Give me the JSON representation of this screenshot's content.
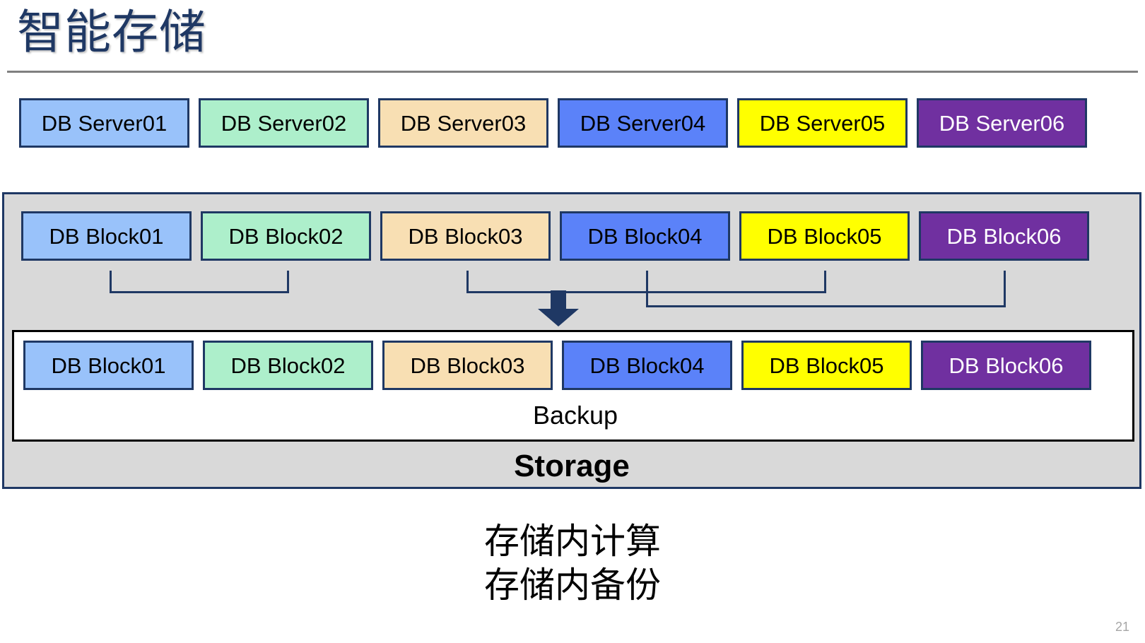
{
  "slide": {
    "title": "智能存储",
    "page_number": "21"
  },
  "colors": {
    "title": "#1F3864",
    "border": "#1F3864",
    "storage_fill": "#D9D9D9",
    "backup_fill": "#FFFFFF",
    "rule": "#808080",
    "arrow": "#1F3864",
    "page_number": "#A6A6A6"
  },
  "palette": [
    {
      "name": "light-blue",
      "fill": "#99C2FA",
      "text": "#000000"
    },
    {
      "name": "mint-green",
      "fill": "#ADEFCB",
      "text": "#000000"
    },
    {
      "name": "peach",
      "fill": "#F8DFB3",
      "text": "#000000"
    },
    {
      "name": "royal-blue",
      "fill": "#5B82F9",
      "text": "#000000"
    },
    {
      "name": "yellow",
      "fill": "#FFFF00",
      "text": "#000000"
    },
    {
      "name": "purple",
      "fill": "#7030A0",
      "text": "#FFFFFF"
    }
  ],
  "server_row": {
    "items": [
      {
        "label": "DB Server01"
      },
      {
        "label": "DB Server02"
      },
      {
        "label": "DB Server03"
      },
      {
        "label": "DB Server04"
      },
      {
        "label": "DB Server05"
      },
      {
        "label": "DB Server06"
      }
    ]
  },
  "storage": {
    "label": "Storage",
    "primary_blocks": {
      "items": [
        {
          "label": "DB Block01"
        },
        {
          "label": "DB Block02"
        },
        {
          "label": "DB Block03"
        },
        {
          "label": "DB Block04"
        },
        {
          "label": "DB Block05"
        },
        {
          "label": "DB Block06"
        }
      ]
    },
    "backup": {
      "label": "Backup",
      "items": [
        {
          "label": "DB Block01"
        },
        {
          "label": "DB Block02"
        },
        {
          "label": "DB Block03"
        },
        {
          "label": "DB Block04"
        },
        {
          "label": "DB Block05"
        },
        {
          "label": "DB Block06"
        }
      ]
    },
    "connectors": [
      {
        "from": "DB Block01",
        "to": "DB Block02"
      },
      {
        "from": "DB Block03",
        "to": "DB Block05"
      },
      {
        "from": "DB Block04",
        "to": "DB Block06"
      }
    ],
    "arrow": {
      "direction": "down",
      "meaning": "backup-flow"
    }
  },
  "caption": {
    "lines": [
      "存储内计算",
      "存储内备份"
    ]
  }
}
